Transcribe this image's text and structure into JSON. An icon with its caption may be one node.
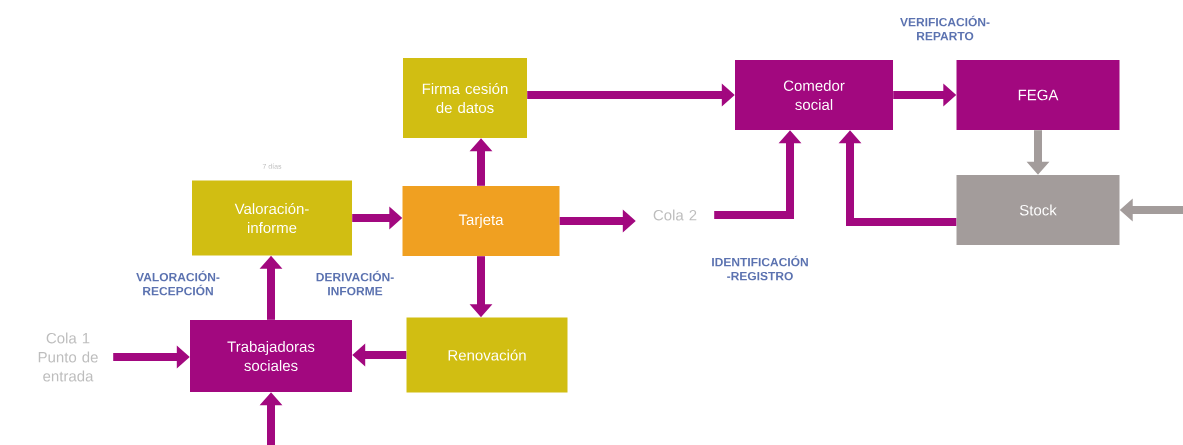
{
  "diagram": {
    "nodes": [
      {
        "text": [
          "Firma cesión de datos"
        ]
      },
      {
        "text": [
          "Comedor social"
        ]
      },
      {
        "text": [
          "FEGA"
        ]
      },
      {
        "text": [
          "Valoración-informe"
        ],
        "beside": [
          "7 días"
        ]
      },
      {
        "text": [
          "Tarjeta"
        ]
      },
      {
        "text": [
          "Cola 2"
        ]
      },
      {
        "text": [
          "Stock"
        ]
      },
      {
        "text": [
          "Cola 1 Punto de entrada"
        ]
      },
      {
        "text": [
          "Trabajadoras sociales"
        ]
      },
      {
        "text": [
          "Renovación"
        ]
      }
    ],
    "edges": [
      {
        "from": 0,
        "to": 1,
        "arrow": "to"
      },
      {
        "from": 1,
        "to": 2,
        "arrow": "to",
        "label": "VERIFICACIÓN-REPARTO"
      },
      {
        "from": 4,
        "to": 0,
        "arrow": "to"
      },
      {
        "from": 3,
        "to": 4,
        "arrow": "to"
      },
      {
        "from": 4,
        "to": 5,
        "arrow": "to"
      },
      {
        "from": 5,
        "to": 1,
        "arrow": "to",
        "label": "IDENTIFICACIÓN -REGISTRO"
      },
      {
        "from": 6,
        "to": 1,
        "arrow": "to"
      },
      {
        "from": 2,
        "to": 6,
        "arrow": "to",
        "color": "#a39c9b"
      },
      {
        "from": null,
        "to": 6,
        "arrow": "to",
        "color": "#a39c9b"
      },
      {
        "from": 8,
        "to": 3,
        "arrow": "to",
        "label": "VALORACIÓN-RECEPCIÓN"
      },
      {
        "from": 4,
        "to": 9,
        "arrow": "to"
      },
      {
        "from": 9,
        "to": 8,
        "arrow": "to"
      },
      {
        "from": 7,
        "to": 8,
        "arrow": "to"
      },
      {
        "from": null,
        "to": 8,
        "arrow": "to"
      }
    ],
    "labels": [
      "DERIVACIÓN-INFORME"
    ]
  }
}
